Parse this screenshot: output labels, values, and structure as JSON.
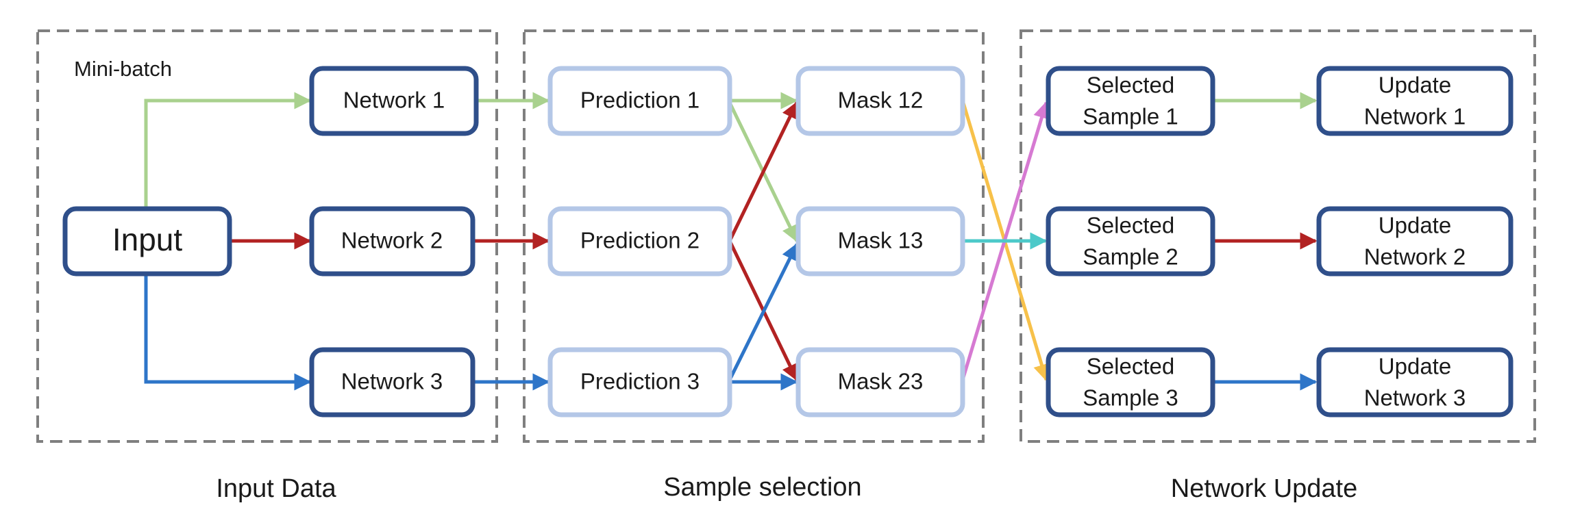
{
  "sections": {
    "input": "Input Data",
    "selection": "Sample selection",
    "update": "Network Update"
  },
  "minibatch_label": "Mini-batch",
  "nodes": {
    "input": "Input",
    "network1": "Network 1",
    "network2": "Network 2",
    "network3": "Network 3",
    "prediction1": "Prediction 1",
    "prediction2": "Prediction 2",
    "prediction3": "Prediction 3",
    "mask12": "Mask 12",
    "mask13": "Mask 13",
    "mask23": "Mask 23",
    "selected1": [
      "Selected",
      "Sample 1"
    ],
    "selected2": [
      "Selected",
      "Sample 2"
    ],
    "selected3": [
      "Selected",
      "Sample 3"
    ],
    "update1": [
      "Update",
      "Network 1"
    ],
    "update2": [
      "Update",
      "Network 2"
    ],
    "update3": [
      "Update",
      "Network 3"
    ]
  },
  "colors": {
    "green": "#a9d18e",
    "red": "#b22222",
    "blue": "#2e75c8",
    "yellow": "#f7c14a",
    "pink": "#d67ad2",
    "cyan": "#4cc9c9",
    "node_dark_border": "#2f4f8a",
    "node_light_border": "#b4c7e7",
    "dashed_box": "#7f7f7f"
  }
}
